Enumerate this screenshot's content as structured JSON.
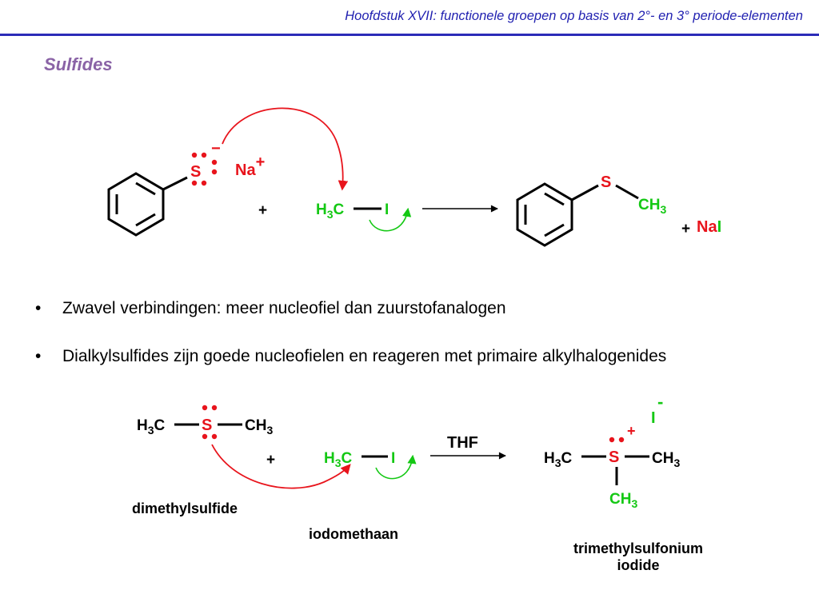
{
  "header": {
    "text": "Hoofdstuk XVII: functionele groepen op basis van 2°- en 3° periode-elementen"
  },
  "title": "Sulfides",
  "bullets": [
    "Zwavel verbindingen: meer nucleofiel dan zuurstofanalogen",
    "Dialkylsulfides zijn goede nucleofielen en reageren met primaire alkylhalogenides"
  ],
  "colors": {
    "red": "#e8141c",
    "green": "#14c814",
    "header": "#1f1fb0",
    "title": "#8a63a6"
  },
  "reaction1": {
    "sulfur": "S",
    "charge": "−",
    "sodium": "Na",
    "sodium_charge": "+",
    "plus": "+",
    "methyl_h": "H",
    "methyl_sub": "3",
    "methyl_c": "C",
    "iodine": "I",
    "product_s": "S",
    "product_ch": "CH",
    "product_sub": "3",
    "plus2": "+",
    "salt_na": "Na",
    "salt_i": "I"
  },
  "reaction2": {
    "left_h": "H",
    "left_sub": "3",
    "left_c": "C",
    "sulfur": "S",
    "right_ch": "CH",
    "right_sub": "3",
    "plus": "+",
    "mi_h": "H",
    "mi_sub": "3",
    "mi_c": "C",
    "mi_i": "I",
    "reagent": "THF",
    "p_left_h": "H",
    "p_left_sub": "3",
    "p_left_c": "C",
    "p_s": "S",
    "p_s_charge": "+",
    "p_right_ch": "CH",
    "p_right_sub": "3",
    "p_bottom_ch": "CH",
    "p_bottom_sub": "3",
    "p_iodide": "I",
    "p_iodide_charge": "-",
    "label_dms": "dimethylsulfide",
    "label_iodomethane": "iodomethaan",
    "label_product_1": "trimethylsulfonium",
    "label_product_2": "iodide"
  }
}
